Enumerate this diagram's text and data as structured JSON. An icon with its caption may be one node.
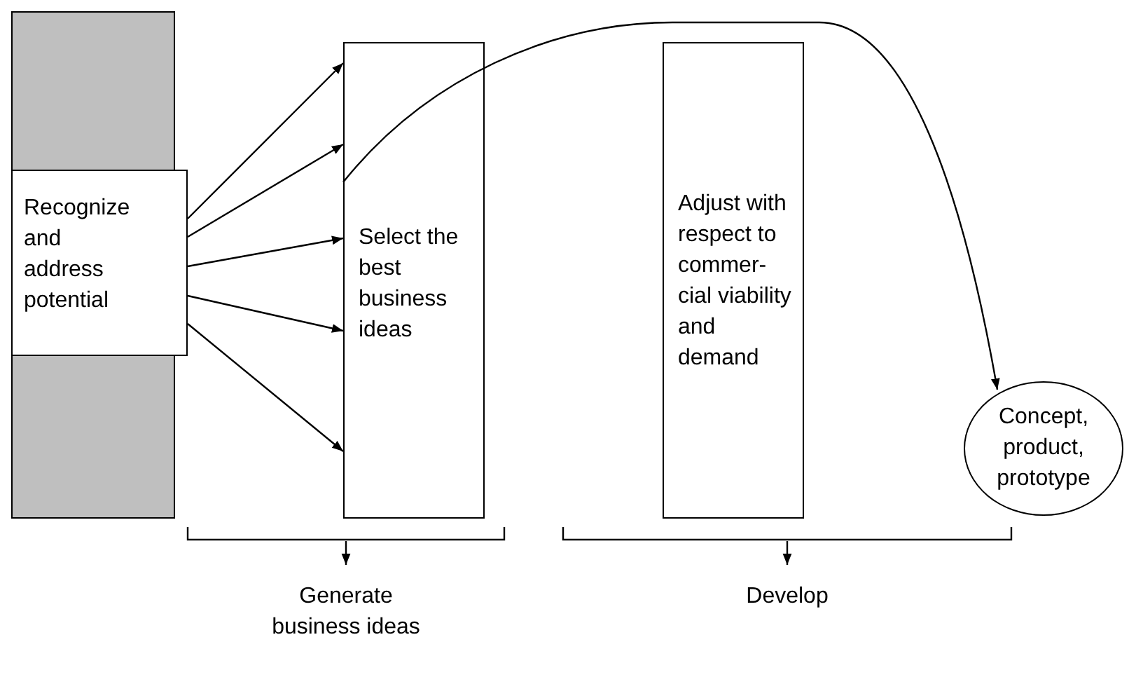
{
  "diagram": {
    "nodes": [
      {
        "text": [],
        "shape": "bar"
      },
      {
        "text": [
          "Recognize and address potential"
        ],
        "in": 0
      },
      {
        "text": [
          "Select the best business ideas"
        ]
      },
      {
        "text": [
          "Adjust with respect to commer-cial viability and demand"
        ]
      },
      {
        "text": [
          "Concept, product, prototype"
        ]
      }
    ],
    "edges": [
      {
        "from": 1,
        "to": 2,
        "arrow": "to"
      },
      {
        "from": 1,
        "to": 2,
        "arrow": "to"
      },
      {
        "from": 1,
        "to": 2,
        "arrow": "to"
      },
      {
        "from": 1,
        "to": 2,
        "arrow": "to"
      },
      {
        "from": 1,
        "to": 2,
        "arrow": "to"
      },
      {
        "from": 2,
        "to": 4,
        "arrow": "to"
      }
    ],
    "labels": [
      "Generate business ideas",
      "Develop"
    ]
  }
}
